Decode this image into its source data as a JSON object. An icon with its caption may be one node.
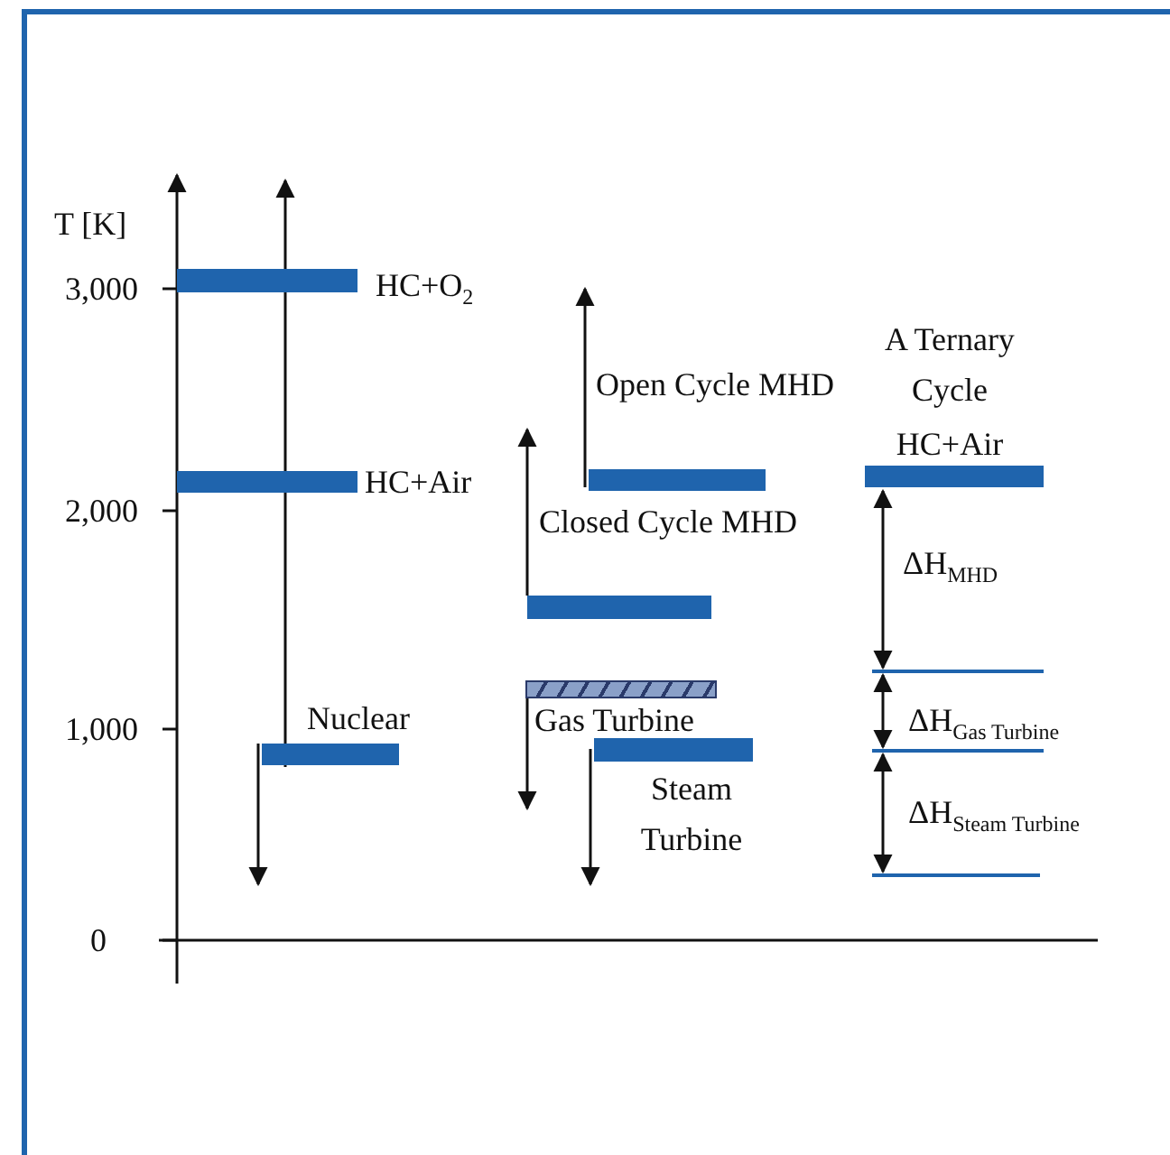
{
  "diagram": {
    "nodes": [
      {
        "text": [
          "HC+O$_{2}$"
        ]
      },
      {
        "text": [
          "HC+Air"
        ]
      },
      {
        "text": [
          "Nuclear"
        ]
      },
      {
        "text": [
          "Open Cycle MHD"
        ]
      },
      {
        "text": [
          "Closed Cycle MHD"
        ]
      },
      {
        "text": [
          "Gas Turbine"
        ]
      },
      {
        "text": [
          "Steam Turbine"
        ]
      },
      {
        "text": [
          "A Ternary Cycle",
          "HC+Air"
        ]
      }
    ],
    "labels": [
      "T [K]",
      "3,000",
      "2,000",
      "1,000",
      "0",
      "ΔH$_{MHD}$",
      "ΔH$_{Gas Turbine}$",
      "ΔH$_{Steam Turbine}$"
    ]
  }
}
